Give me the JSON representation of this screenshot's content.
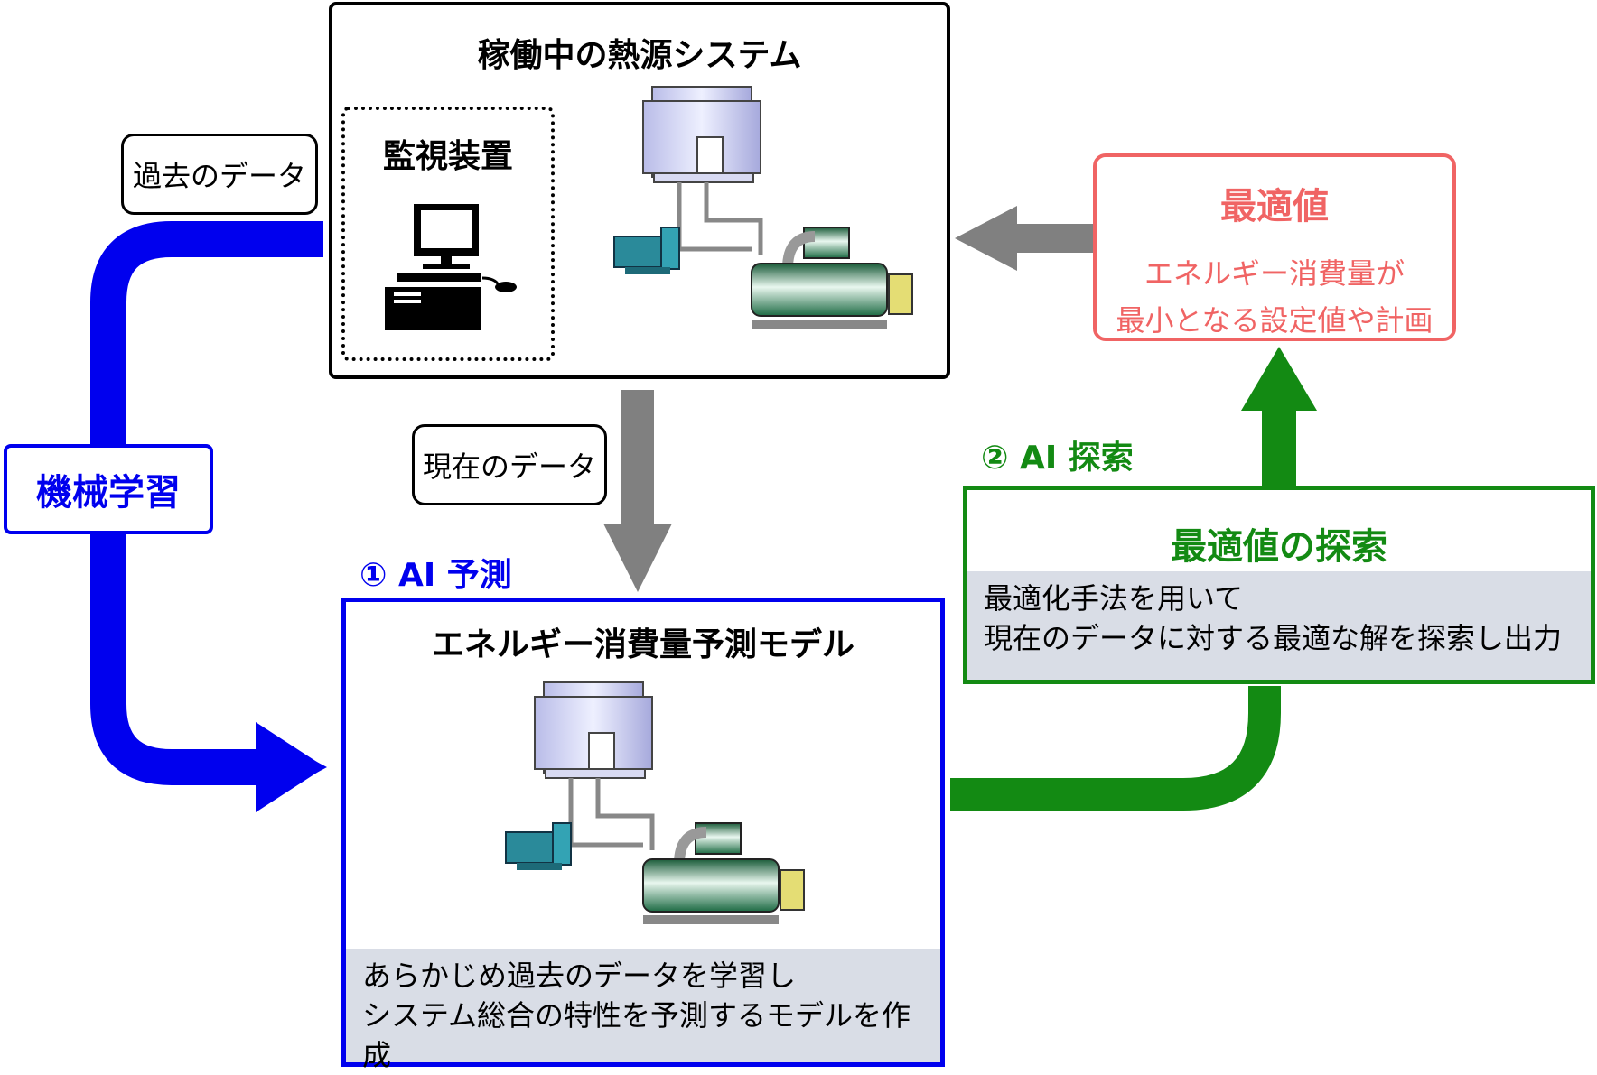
{
  "heat_source_system": {
    "title": "稼働中の熱源システム",
    "monitor_title": "監視装置"
  },
  "tags": {
    "past_data": "過去のデータ",
    "current_data": "現在のデータ"
  },
  "machine_learning": {
    "label": "機械学習"
  },
  "optimal_value": {
    "title": "最適値",
    "line1": "エネルギー消費量が",
    "line2": "最小となる設定値や計画"
  },
  "ai_predict": {
    "label": "① AI 予測",
    "model_title": "エネルギー消費量予測モデル",
    "desc_line1": "あらかじめ過去のデータを学習し",
    "desc_line2": "システム総合の特性を予測するモデルを作成"
  },
  "ai_search": {
    "label": "② AI 探索",
    "title": "最適値の探索",
    "desc_line1": "最適化手法を用いて",
    "desc_line2": "現在のデータに対する最適な解を探索し出力"
  },
  "colors": {
    "blue": "#0000ee",
    "green": "#138a13",
    "red": "#f06464",
    "gray_arrow": "#808080"
  }
}
